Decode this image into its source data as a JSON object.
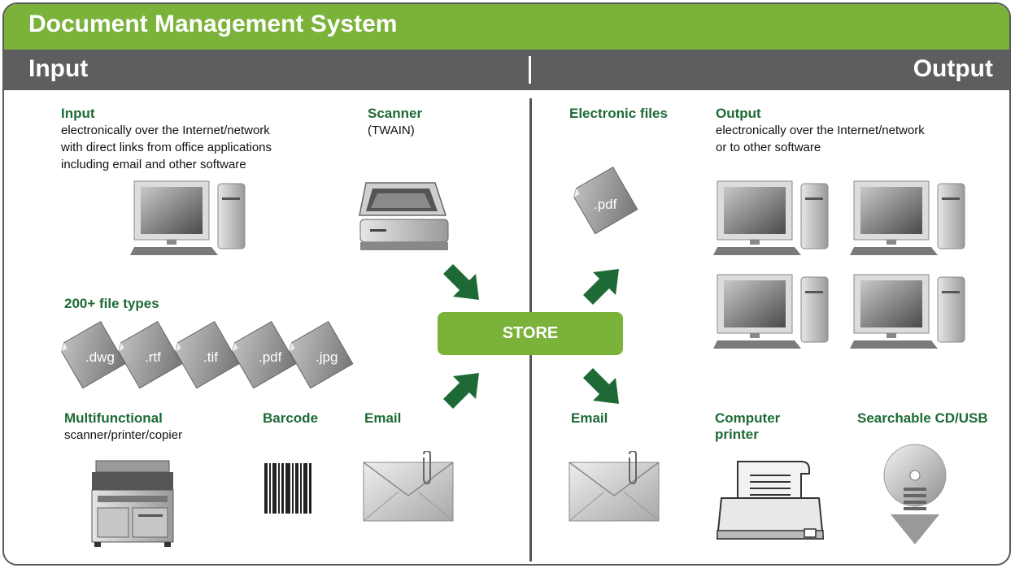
{
  "title": "Document Management System",
  "header": {
    "input": "Input",
    "output": "Output"
  },
  "input": {
    "network": {
      "heading": "Input",
      "lines": [
        "electronically over the Internet/network",
        "with direct links from office applications",
        "including email and other software"
      ]
    },
    "scanner": {
      "heading": "Scanner",
      "sub": "(TWAIN)"
    },
    "file_types": {
      "heading": "200+ file types",
      "types": [
        ".dwg",
        ".rtf",
        ".tif",
        ".pdf",
        ".jpg"
      ]
    },
    "multifunctional": {
      "heading": "Multifunctional",
      "sub": "scanner/printer/copier"
    },
    "barcode": {
      "heading": "Barcode"
    },
    "email": {
      "heading": "Email"
    }
  },
  "store": "STORE",
  "output": {
    "electronic_files": {
      "heading": "Electronic files",
      "file": ".pdf"
    },
    "network": {
      "heading": "Output",
      "lines": [
        "electronically over the Internet/network",
        "or to other software"
      ]
    },
    "email": {
      "heading": "Email"
    },
    "printer": {
      "heading_lines": [
        "Computer",
        "printer"
      ]
    },
    "cd": {
      "heading": "Searchable CD/USB"
    }
  },
  "colors": {
    "green": "#7ab23a",
    "dark_green": "#1e6a36",
    "header_gray": "#5e5e5e"
  }
}
